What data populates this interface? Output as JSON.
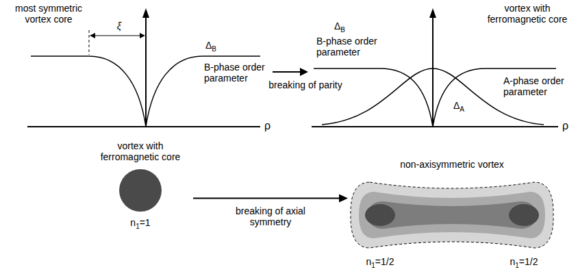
{
  "diagram": {
    "nodes": [
      {
        "text": [
          "vortex with ferromagnetic core",
          "n1=1"
        ]
      },
      {
        "text": [
          "non-axisymmetric vortex",
          "n1=1/2",
          "n1=1/2"
        ]
      }
    ],
    "edges": [
      {
        "from": 0,
        "to": 1,
        "arrow": "to",
        "label": "breaking of axial symmetry"
      }
    ],
    "labels": [
      "most symmetric vortex core",
      "ξ",
      "ΔB",
      "B-phase order parameter",
      "ρ",
      "breaking of parity",
      "ΔB",
      "B-phase order parameter",
      "vortex with ferromagnetic core",
      "A-phase order parameter",
      "ΔA",
      "ρ"
    ]
  }
}
